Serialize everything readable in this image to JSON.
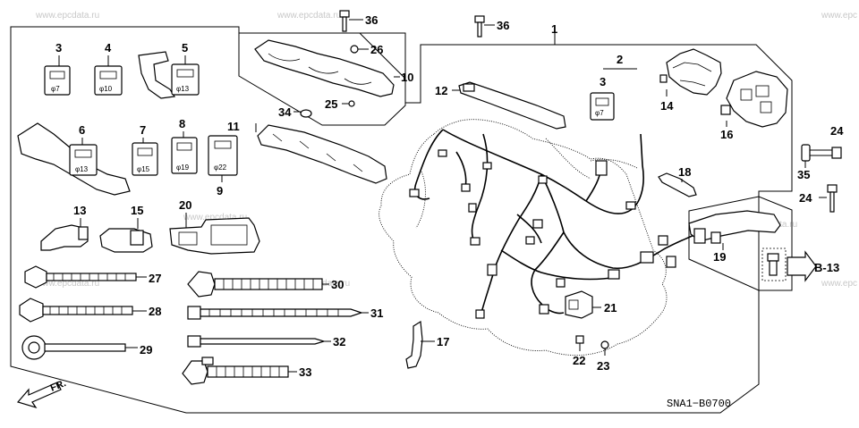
{
  "watermarks": [
    "www.epcdata.ru",
    "www.epcdata.ru",
    "www.epc",
    "www.epcdata.ru",
    "www.epcdata.ru",
    "www.epcdata.ru",
    "www.epc",
    "www.epcdata.ru"
  ],
  "callouts": {
    "c1": "1",
    "c2": "2",
    "c3a": "3",
    "c3b": "3",
    "c4": "4",
    "c5": "5",
    "c6": "6",
    "c7": "7",
    "c8": "8",
    "c9": "9",
    "c10": "10",
    "c11": "11",
    "c12": "12",
    "c13": "13",
    "c14": "14",
    "c15": "15",
    "c16": "16",
    "c17": "17",
    "c18": "18",
    "c19": "19",
    "c20": "20",
    "c21": "21",
    "c22": "22",
    "c23": "23",
    "c24a": "24",
    "c24b": "24",
    "c25": "25",
    "c26": "26",
    "c27": "27",
    "c28": "28",
    "c29": "29",
    "c30": "30",
    "c31": "31",
    "c32": "32",
    "c33": "33",
    "c34": "34",
    "c35": "35",
    "c36a": "36",
    "c36b": "36"
  },
  "sizes": {
    "s3a": "φ7",
    "s4": "φ10",
    "s5": "φ13",
    "s6": "φ13",
    "s7": "φ15",
    "s8": "φ19",
    "s9": "φ22",
    "s3b": "φ7"
  },
  "reference": "B-13",
  "direction": "FR.",
  "diagram_code": "SNA1−B0700"
}
